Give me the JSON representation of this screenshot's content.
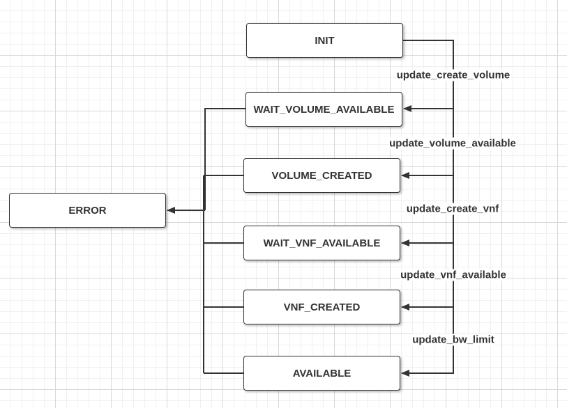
{
  "states": {
    "init": "INIT",
    "wait_volume_available": "WAIT_VOLUME_AVAILABLE",
    "volume_created": "VOLUME_CREATED",
    "wait_vnf_available": "WAIT_VNF_AVAILABLE",
    "vnf_created": "VNF_CREATED",
    "available": "AVAILABLE",
    "error": "ERROR"
  },
  "transitions": {
    "update_create_volume": "update_create_volume",
    "update_volume_available": "update_volume_available",
    "update_create_vnf": "update_create_vnf",
    "update_vnf_available": "update_vnf_available",
    "update_bw_limit": "update_bw_limit"
  },
  "colors": {
    "stroke": "#333333",
    "box_fill": "#ffffff",
    "grid": "#d8d8d8"
  }
}
